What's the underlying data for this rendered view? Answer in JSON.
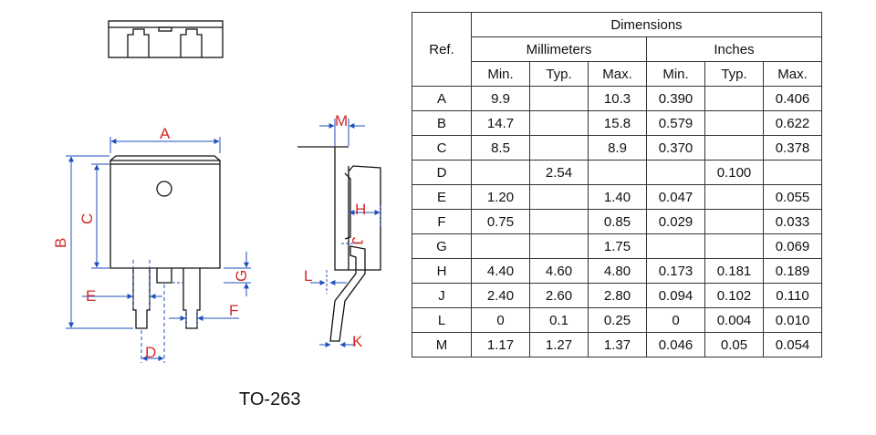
{
  "caption": "TO-263",
  "drawing_labels": {
    "A": "A",
    "B": "B",
    "C": "C",
    "D": "D",
    "E": "E",
    "F": "F",
    "G": "G",
    "H": "H",
    "J": "J",
    "K": "K",
    "L": "L",
    "M": "M"
  },
  "colors": {
    "dimension": "#d42a2a",
    "outline": "#111111",
    "dimline": "#1f4fbf"
  },
  "table": {
    "ref_header": "Ref.",
    "group_header": "Dimensions",
    "unit_headers": [
      "Millimeters",
      "Inches"
    ],
    "sub_headers": [
      "Min.",
      "Typ.",
      "Max.",
      "Min.",
      "Typ.",
      "Max."
    ],
    "rows": [
      {
        "ref": "A",
        "values": [
          "9.9",
          "",
          "10.3",
          "0.390",
          "",
          "0.406"
        ]
      },
      {
        "ref": "B",
        "values": [
          "14.7",
          "",
          "15.8",
          "0.579",
          "",
          "0.622"
        ]
      },
      {
        "ref": "C",
        "values": [
          "8.5",
          "",
          "8.9",
          "0.370",
          "",
          "0.378"
        ]
      },
      {
        "ref": "D",
        "values": [
          "",
          "2.54",
          "",
          "",
          "0.100",
          ""
        ]
      },
      {
        "ref": "E",
        "values": [
          "1.20",
          "",
          "1.40",
          "0.047",
          "",
          "0.055"
        ]
      },
      {
        "ref": "F",
        "values": [
          "0.75",
          "",
          "0.85",
          "0.029",
          "",
          "0.033"
        ]
      },
      {
        "ref": "G",
        "values": [
          "",
          "",
          "1.75",
          "",
          "",
          "0.069"
        ]
      },
      {
        "ref": "H",
        "values": [
          "4.40",
          "4.60",
          "4.80",
          "0.173",
          "0.181",
          "0.189"
        ]
      },
      {
        "ref": "J",
        "values": [
          "2.40",
          "2.60",
          "2.80",
          "0.094",
          "0.102",
          "0.110"
        ]
      },
      {
        "ref": "L",
        "values": [
          "0",
          "0.1",
          "0.25",
          "0",
          "0.004",
          "0.010"
        ]
      },
      {
        "ref": "M",
        "values": [
          "1.17",
          "1.27",
          "1.37",
          "0.046",
          "0.05",
          "0.054"
        ]
      }
    ]
  }
}
